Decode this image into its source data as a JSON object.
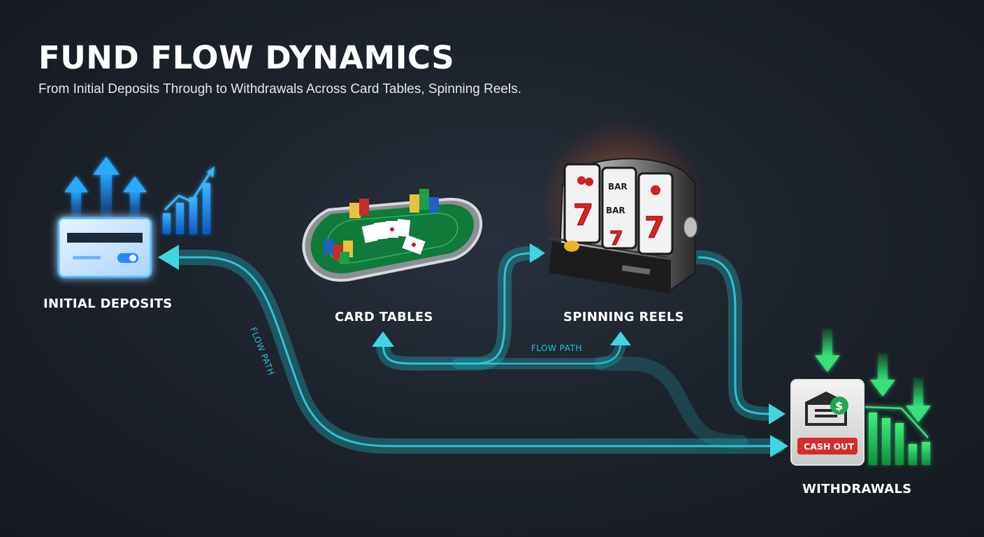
{
  "header": {
    "title": "FUND FLOW DYNAMICS",
    "subtitle": "From Initial Deposits Through to Withdrawals Across Card Tables, Spinning Reels."
  },
  "nodes": {
    "deposits": {
      "label": "INITIAL DEPOSITS",
      "icon": "credit-card-icon"
    },
    "card_tables": {
      "label": "CARD TABLES",
      "icon": "poker-table-icon"
    },
    "spinning_reels": {
      "label": "SPINNING REELS",
      "icon": "slot-machine-icon"
    },
    "withdrawals": {
      "label": "WITHDRAWALS",
      "icon": "bank-cash-out-icon",
      "badge": "CASH OUT"
    }
  },
  "flow_labels": {
    "left": "FLOW PATH",
    "middle": "FLOW PATH"
  },
  "slot_reels": {
    "symbols": [
      "BAR",
      "BAR",
      "7",
      "7",
      "7"
    ]
  },
  "colors": {
    "flow_stroke": "#1fb7c4",
    "deposit_blue": "#1e90ff",
    "withdraw_green": "#22c55e",
    "cash_out_red": "#d62b2b",
    "felt_green": "#0f7a3a"
  }
}
